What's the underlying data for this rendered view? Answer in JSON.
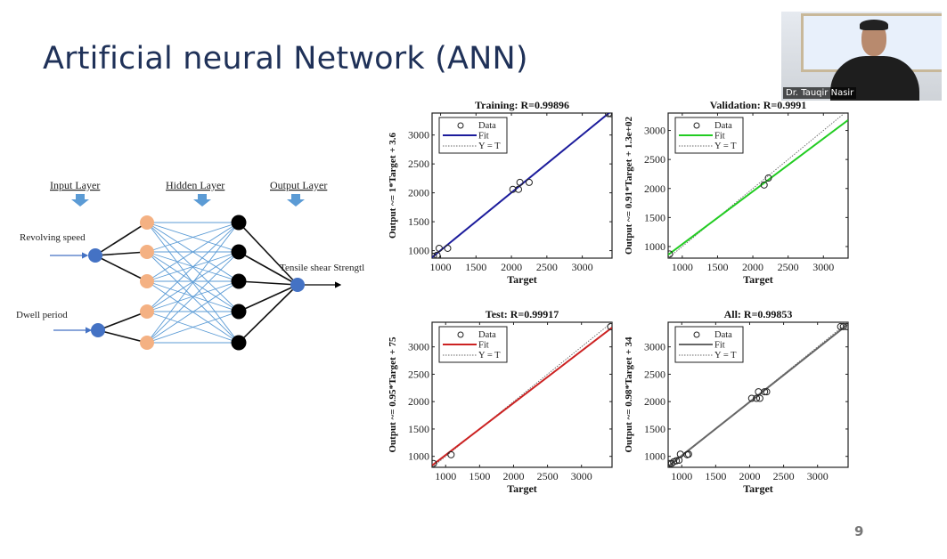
{
  "slide": {
    "title": "Artificial neural Network (ANN)",
    "page_number": "9"
  },
  "webcam": {
    "name": "Dr. Tauqir Nasir"
  },
  "diagram": {
    "layer_labels": [
      "Input Layer",
      "Hidden Layer",
      "Output Layer"
    ],
    "inputs": [
      "Revolving speed",
      "Dwell period"
    ],
    "output": "Tensile shear Strengtl",
    "colors": {
      "input": "#4472c4",
      "hidden": "#f4b183",
      "hidden2": "#000000",
      "output": "#4472c4",
      "connections": "#5b9bd5"
    }
  },
  "chart_data": [
    {
      "type": "scatter",
      "title": "Training: R=0.99896",
      "xlabel": "Target",
      "ylabel": "Output ~= 1*Target + 3.6",
      "xlim": [
        880,
        3420
      ],
      "ylim": [
        870,
        3380
      ],
      "xticks": [
        1000,
        1500,
        2000,
        2500,
        3000
      ],
      "yticks": [
        1000,
        1500,
        2000,
        2500,
        3000
      ],
      "fit": {
        "slope": 1.0,
        "intercept": 3.6,
        "color": "#1c1c9c"
      },
      "legend": [
        "Data",
        "Fit",
        "Y = T"
      ],
      "points": [
        [
          900,
          900
        ],
        [
          950,
          920
        ],
        [
          980,
          1040
        ],
        [
          1100,
          1040
        ],
        [
          2020,
          2060
        ],
        [
          2100,
          2060
        ],
        [
          2120,
          2180
        ],
        [
          2250,
          2180
        ],
        [
          3370,
          3370
        ],
        [
          3400,
          3370
        ]
      ]
    },
    {
      "type": "scatter",
      "title": "Validation: R=0.9991",
      "xlabel": "Target",
      "ylabel": "Output ~= 0.91*Target + 1.3e+02",
      "xlim": [
        800,
        3350
      ],
      "ylim": [
        800,
        3300
      ],
      "xticks": [
        1000,
        1500,
        2000,
        2500,
        3000
      ],
      "yticks": [
        1000,
        1500,
        2000,
        2500,
        3000
      ],
      "fit": {
        "slope": 0.91,
        "intercept": 130,
        "color": "#22cc22"
      },
      "legend": [
        "Data",
        "Fit",
        "Y = T"
      ],
      "points": [
        [
          820,
          870
        ],
        [
          2160,
          2060
        ],
        [
          2220,
          2180
        ]
      ]
    },
    {
      "type": "scatter",
      "title": "Test: R=0.99917",
      "xlabel": "Target",
      "ylabel": "Output ~= 0.95*Target + 75",
      "xlim": [
        800,
        3450
      ],
      "ylim": [
        800,
        3450
      ],
      "xticks": [
        1000,
        1500,
        2000,
        2500,
        3000
      ],
      "yticks": [
        1000,
        1500,
        2000,
        2500,
        3000
      ],
      "fit": {
        "slope": 0.95,
        "intercept": 75,
        "color": "#cc2222"
      },
      "legend": [
        "Data",
        "Fit",
        "Y = T"
      ],
      "points": [
        [
          820,
          870
        ],
        [
          1080,
          1030
        ],
        [
          3430,
          3370
        ]
      ]
    },
    {
      "type": "scatter",
      "title": "All: R=0.99853",
      "xlabel": "Target",
      "ylabel": "Output ~= 0.98*Target + 34",
      "xlim": [
        800,
        3450
      ],
      "ylim": [
        800,
        3450
      ],
      "xticks": [
        1000,
        1500,
        2000,
        2500,
        3000
      ],
      "yticks": [
        1000,
        1500,
        2000,
        2500,
        3000
      ],
      "fit": {
        "slope": 0.98,
        "intercept": 34,
        "color": "#666666"
      },
      "legend": [
        "Data",
        "Fit",
        "Y = T"
      ],
      "points": [
        [
          820,
          870
        ],
        [
          850,
          870
        ],
        [
          880,
          900
        ],
        [
          920,
          920
        ],
        [
          960,
          930
        ],
        [
          980,
          1040
        ],
        [
          1080,
          1030
        ],
        [
          1100,
          1040
        ],
        [
          2030,
          2060
        ],
        [
          2100,
          2060
        ],
        [
          2130,
          2180
        ],
        [
          2150,
          2060
        ],
        [
          2220,
          2180
        ],
        [
          2250,
          2180
        ],
        [
          3340,
          3370
        ],
        [
          3380,
          3370
        ],
        [
          3430,
          3370
        ]
      ]
    }
  ]
}
